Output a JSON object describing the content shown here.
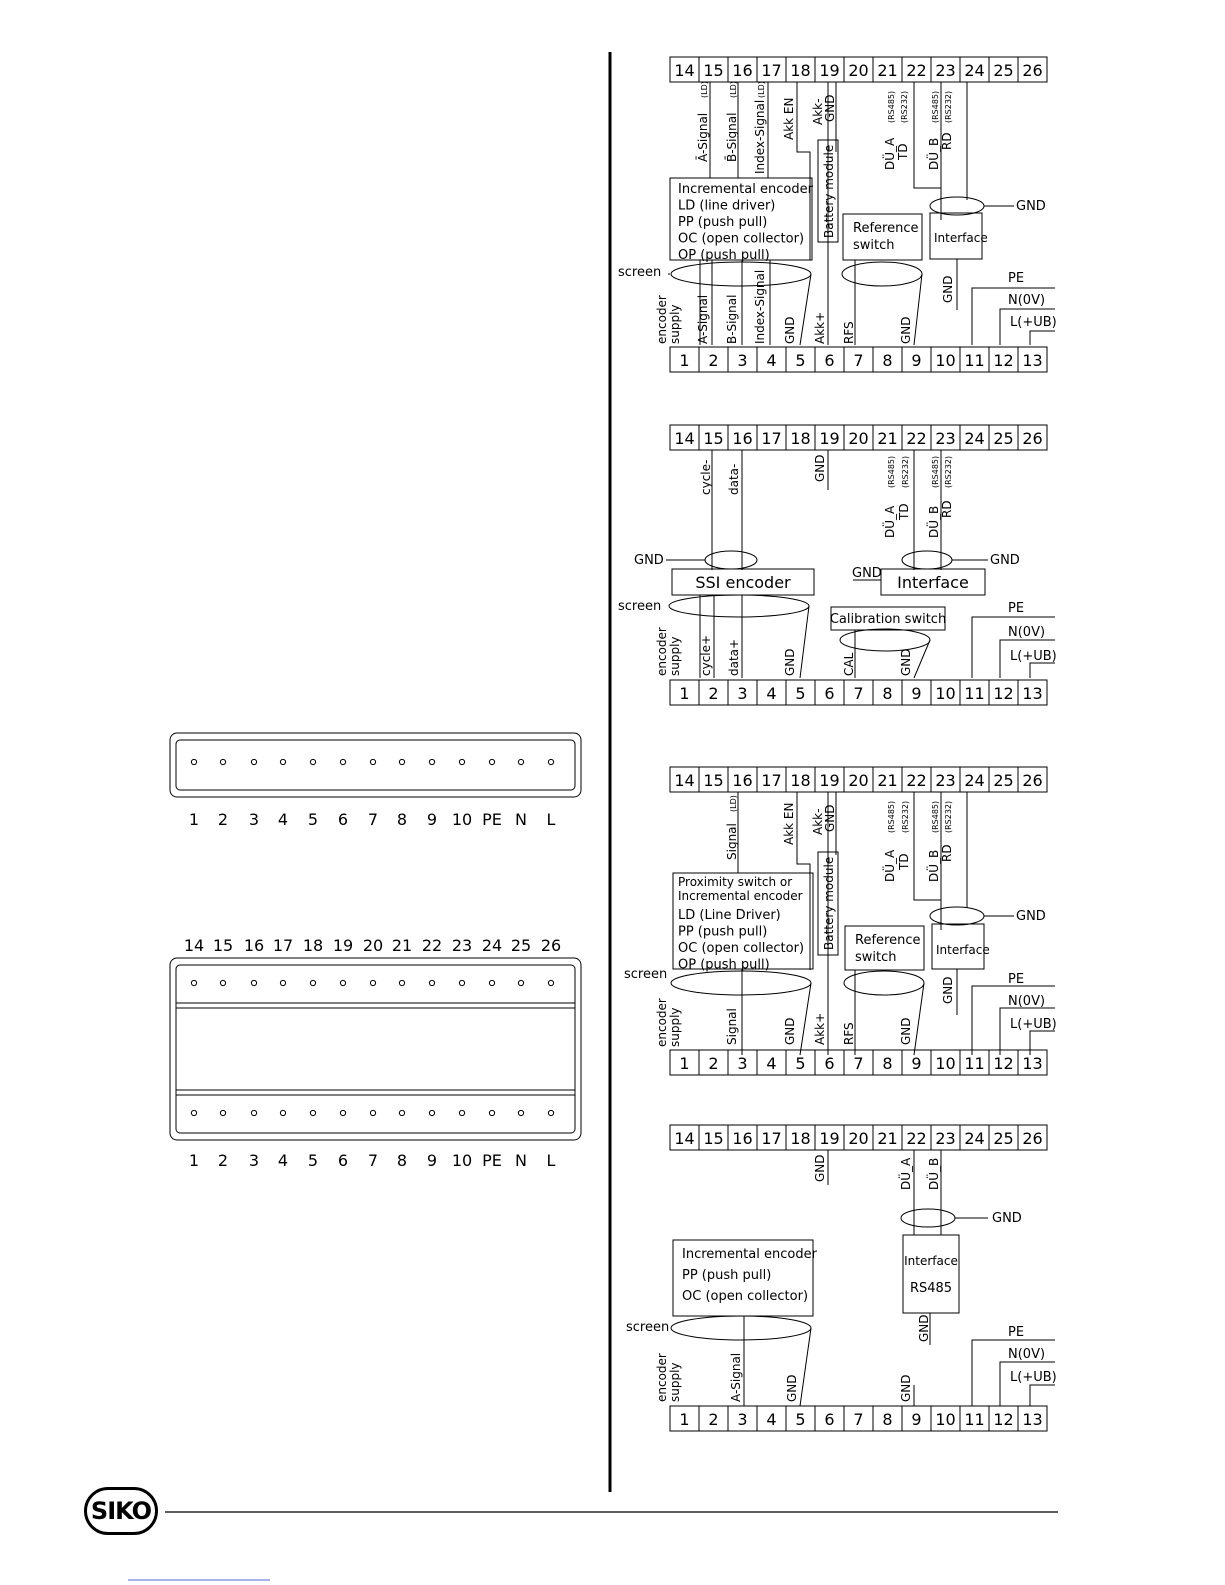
{
  "logo": "SIKO",
  "terminal_top": [
    "14",
    "15",
    "16",
    "17",
    "18",
    "19",
    "20",
    "21",
    "22",
    "23",
    "24",
    "25",
    "26"
  ],
  "terminal_bottom": [
    "1",
    "2",
    "3",
    "4",
    "5",
    "6",
    "7",
    "8",
    "9",
    "10",
    "11",
    "12",
    "13"
  ],
  "connector_bottom_labels": [
    "1",
    "2",
    "3",
    "4",
    "5",
    "6",
    "7",
    "8",
    "9",
    "10",
    "PE",
    "N",
    "L"
  ],
  "connector_top_labels": [
    "14",
    "15",
    "16",
    "17",
    "18",
    "19",
    "20",
    "21",
    "22",
    "23",
    "24",
    "25",
    "26"
  ],
  "common": {
    "screen": "screen",
    "encoder_supply_1": "encoder",
    "encoder_supply_2": "supply",
    "pe": "PE",
    "n": "N(0V)",
    "l": "L(+UB)",
    "gnd": "GND",
    "rs485": "(RS485)",
    "rs232": "(RS232)",
    "ld": "(LD)"
  },
  "d1": {
    "top": [
      "Ā-Signal",
      "B̄-Signal",
      "Index-Signal",
      "Akk EN",
      "Akk-",
      "GND",
      "DÜ_A",
      "TD",
      "DÜ_B",
      "RD"
    ],
    "encoder_box": [
      "Incremental encoder",
      "LD (line driver)",
      "PP (push pull)",
      "OC (open collector)",
      "OP (push pull)"
    ],
    "battery": "Battery module",
    "ref": [
      "Reference",
      "switch"
    ],
    "interface": "Interface",
    "bottom": [
      "A-Signal",
      "B-Signal",
      "Index-Signal",
      "GND",
      "Akk+",
      "RFS",
      "GND",
      "GND"
    ]
  },
  "d2": {
    "top": [
      "cycle-",
      "data-",
      "GND",
      "DÜ_A",
      "TD",
      "DÜ_B",
      "RD"
    ],
    "ssi": "SSI encoder",
    "interface": "Interface",
    "cal": "Calibration switch",
    "bottom": [
      "cycle+",
      "data+",
      "GND",
      "CAL",
      "GND"
    ]
  },
  "d3": {
    "top": [
      "Signal",
      "Akk EN",
      "Akk-",
      "GND",
      "DÜ_A",
      "TD",
      "DÜ_B",
      "RD"
    ],
    "box": [
      "Proximity switch or",
      "Incremental encoder",
      "LD (Line Driver)",
      "PP (push pull)",
      "OC (open collector)",
      "OP (push pull)"
    ],
    "battery": "Battery module",
    "ref": [
      "Reference",
      "switch"
    ],
    "interface": "Interface",
    "bottom": [
      "Signal",
      "GND",
      "Akk+",
      "RFS",
      "GND",
      "GND"
    ]
  },
  "d4": {
    "top": [
      "GND",
      "DÜ_A",
      "DÜ_B"
    ],
    "box": [
      "Incremental encoder",
      "PP (push pull)",
      "OC (open collector)"
    ],
    "interface": [
      "Interface",
      "RS485"
    ],
    "bottom": [
      "A-Signal",
      "GND",
      "GND",
      "GND"
    ]
  }
}
